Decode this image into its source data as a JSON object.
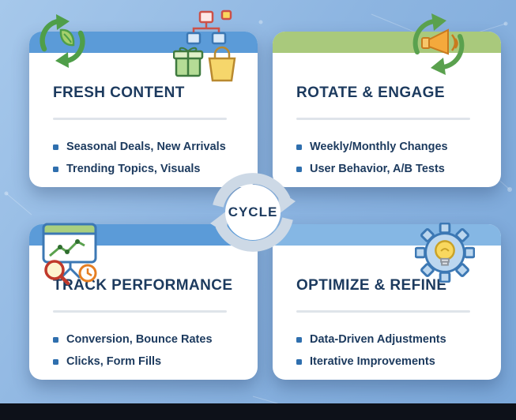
{
  "canvas": {
    "background_top": "#a6c8eb",
    "background_bottom": "#7aa7d9",
    "footer_bar_color": "#0d1119"
  },
  "center": {
    "label": "CYCLE"
  },
  "cards": [
    {
      "title": "FRESH CONTENT",
      "accent": "#5b9bd8",
      "icons": [
        "recycle-leaves-icon",
        "flowchart-icon",
        "gift-box-icon",
        "shopping-bag-icon"
      ],
      "bullets": [
        "Seasonal Deals, New Arrivals",
        "Trending Topics, Visuals"
      ]
    },
    {
      "title": "ROTATE & ENGAGE",
      "accent": "#a9c97c",
      "icons": [
        "megaphone-rotation-icon"
      ],
      "bullets": [
        "Weekly/Monthly Changes",
        "User Behavior, A/B Tests"
      ]
    },
    {
      "title": "TRACK PERFORMANCE",
      "accent": "#5b9bd8",
      "icons": [
        "chart-board-magnifier-icon"
      ],
      "bullets": [
        "Conversion, Bounce Rates",
        "Clicks, Form Fills"
      ]
    },
    {
      "title": "OPTIMIZE & REFINE",
      "accent": "#85b7e4",
      "icons": [
        "gear-lightbulb-icon"
      ],
      "bullets": [
        "Data-Driven Adjustments",
        "Iterative Improvements"
      ]
    }
  ]
}
